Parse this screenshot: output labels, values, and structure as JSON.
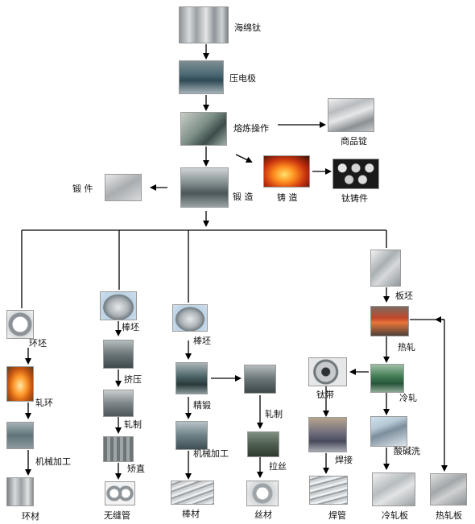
{
  "labels": {
    "sponge": "海绵钛",
    "electrode": "压电极",
    "smelt": "熔炼操作",
    "ingot": "商品锭",
    "forge": "锻 造",
    "forging": "锻 件",
    "cast": "铸 造",
    "casting": "钛铸件",
    "ring_blank": "环坯",
    "ring_roll": "轧环",
    "machining": "机械加工",
    "ring_mat": "环材",
    "bar_blank1": "棒坯",
    "extrude": "挤压",
    "roll1": "轧制",
    "straighten": "矫直",
    "seamless": "无缝管",
    "bar_blank2": "棒坯",
    "precision": "精锻",
    "machining2": "机械加工",
    "bar_mat": "棒材",
    "roll2": "轧制",
    "draw": "拉丝",
    "wire": "丝材",
    "slab": "板坯",
    "hot_roll": "热轧",
    "strip": "钛带",
    "cold_roll": "冷轧",
    "pickle": "酸碱洗",
    "weld": "焊接",
    "weld_pipe": "焊管",
    "cold_plate": "冷轧板",
    "hot_plate": "热轧板"
  },
  "images": {
    "sponge": "drums-photo",
    "electrode": "press-photo",
    "smelt": "furnace-photo",
    "ingot": "ingot-photo",
    "forging": "forging-photo",
    "forge": "forge-shop-photo",
    "cast": "molten-metal-photo",
    "casting": "castings-photo",
    "ring_blank": "ring-photo",
    "ring_roll": "hot-ring-photo",
    "machining": "lathe-photo",
    "ring_mat": "rings-photo",
    "bar_blank1": "billet-photo",
    "extrude": "extruder-photo",
    "roll1": "mill-photo",
    "straighten": "straightener-photo",
    "seamless": "tubes-photo",
    "bar_blank2": "billet-photo",
    "precision": "forging-press-photo",
    "machining2": "machine-photo",
    "bar_mat": "bars-photo",
    "roll2": "rolling-photo",
    "draw": "drawing-photo",
    "wire": "wire-coil-photo",
    "slab": "slab-photo",
    "hot_roll": "hot-mill-photo",
    "strip": "coil-photo",
    "cold_roll": "cold-mill-photo",
    "pickle": "pickle-photo",
    "weld": "weld-photo",
    "weld_pipe": "pipes-photo",
    "cold_plate": "plate-photo",
    "hot_plate": "plate-photo"
  }
}
